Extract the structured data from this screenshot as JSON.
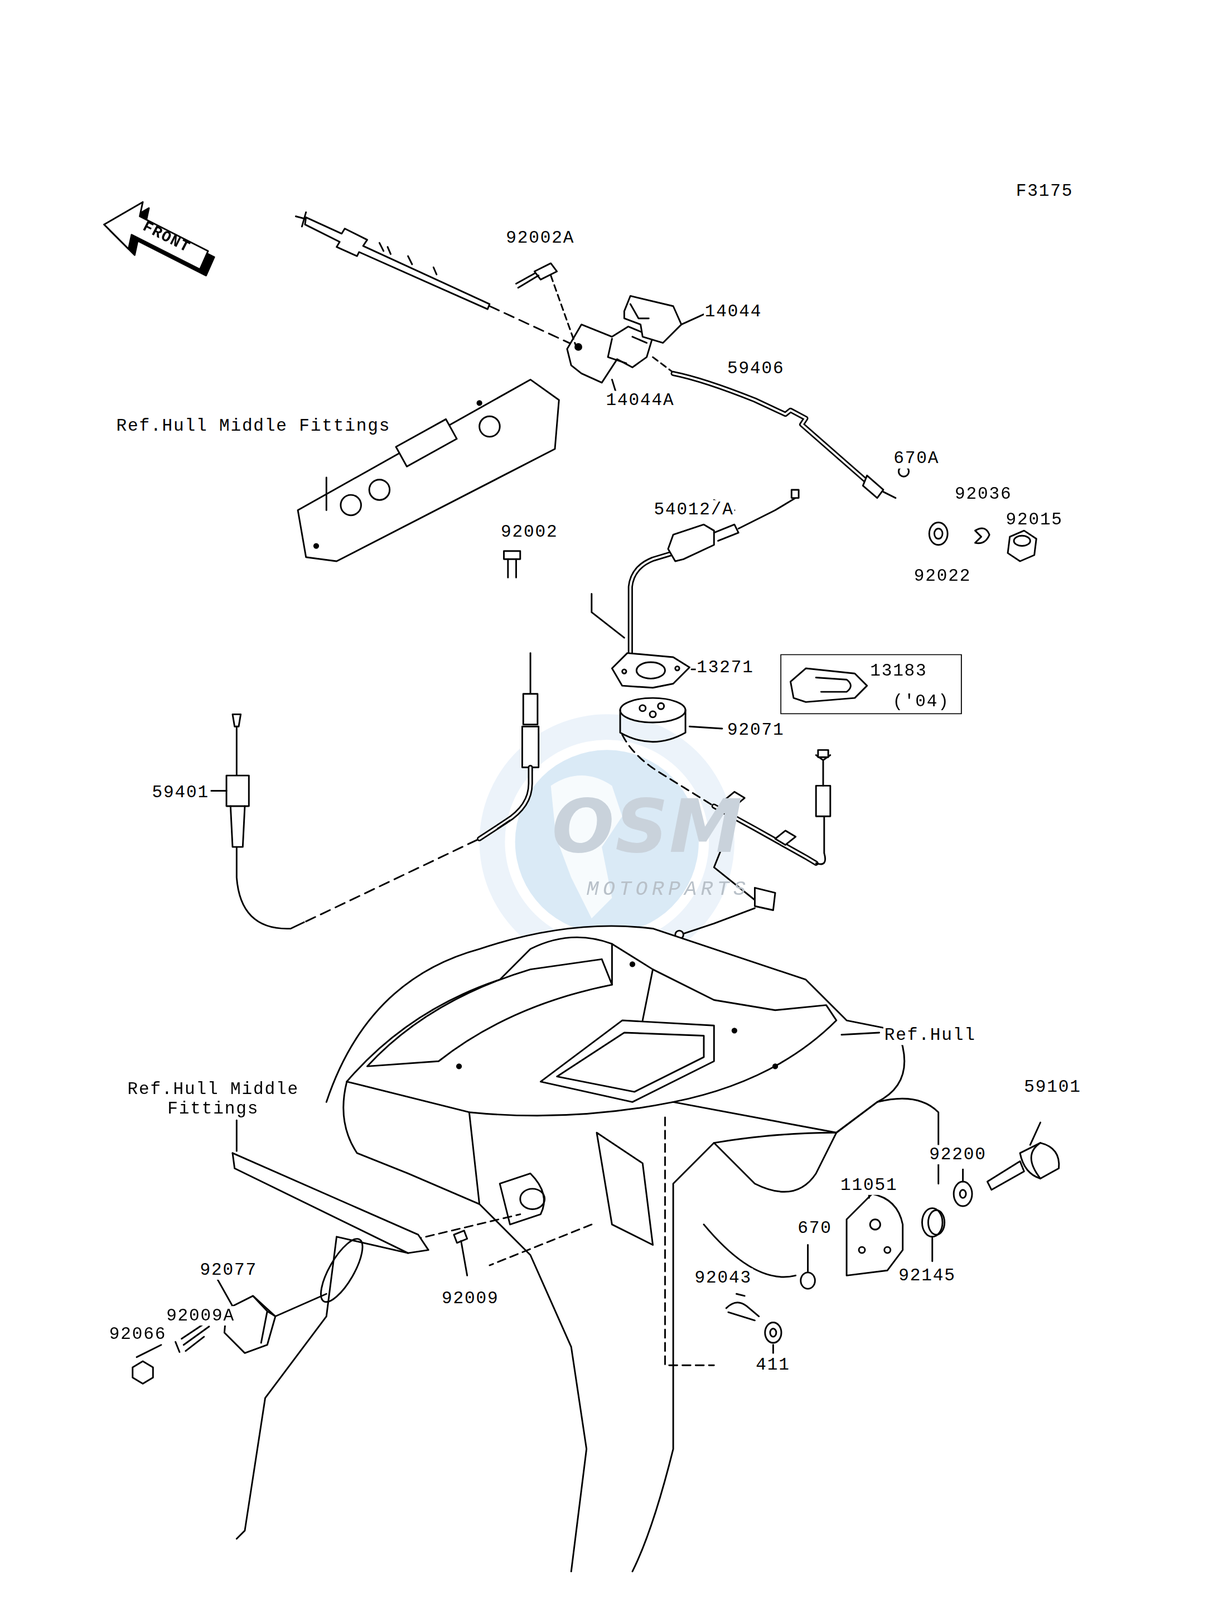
{
  "diagram": {
    "nodes": [
      {
        "text": [
          "13183",
          "('04)"
        ]
      }
    ],
    "labels": [
      "F3175",
      "FRONT",
      "92002A",
      "14044",
      "59406",
      "14044A",
      "Ref.Hull Middle Fittings",
      "670A",
      "92036",
      "92015",
      "92022",
      "54012/A",
      "92002",
      "13271",
      "92071",
      "59401",
      "OSM",
      "MOTORPARTS",
      "Ref.Hull",
      "59101",
      "Ref.Hull Middle Fittings",
      "92200",
      "11051",
      "92145",
      "670",
      "92043",
      "411",
      "92009",
      "92077",
      "92009A",
      "92066"
    ]
  }
}
